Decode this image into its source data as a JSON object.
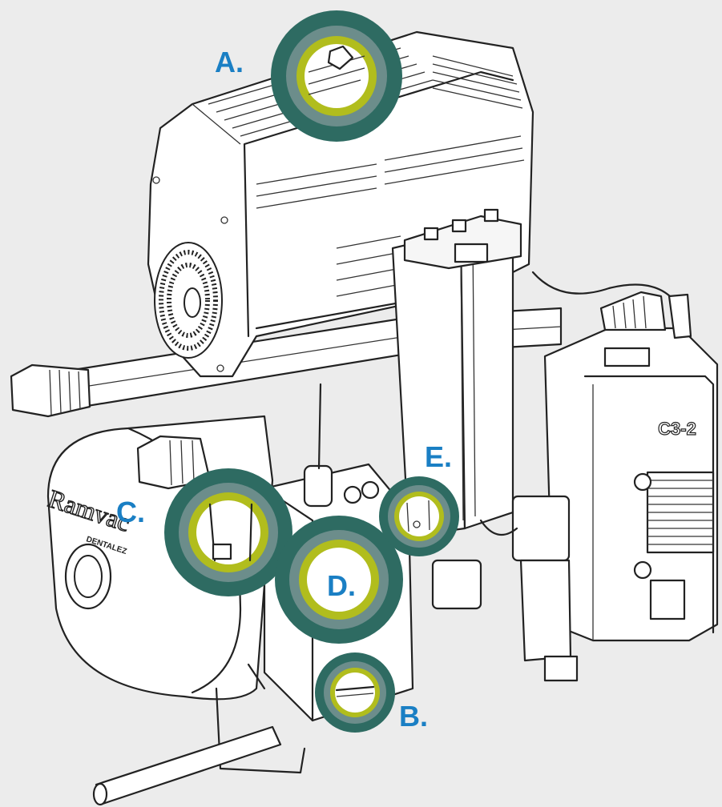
{
  "colors": {
    "background": "#ececec",
    "label": "#1a7fc4",
    "ring_outer": "#2e6b62",
    "ring_mid": "#6c8d8b",
    "ring_inner": "#b1bd1d"
  },
  "callouts": [
    {
      "id": "A",
      "label": "A."
    },
    {
      "id": "B",
      "label": "B."
    },
    {
      "id": "C",
      "label": "C."
    },
    {
      "id": "D",
      "label": "D."
    },
    {
      "id": "E",
      "label": "E."
    }
  ],
  "machine": {
    "brand": "Ramvac",
    "sub_brand": "DENTALEZ",
    "model": "C3-2"
  }
}
